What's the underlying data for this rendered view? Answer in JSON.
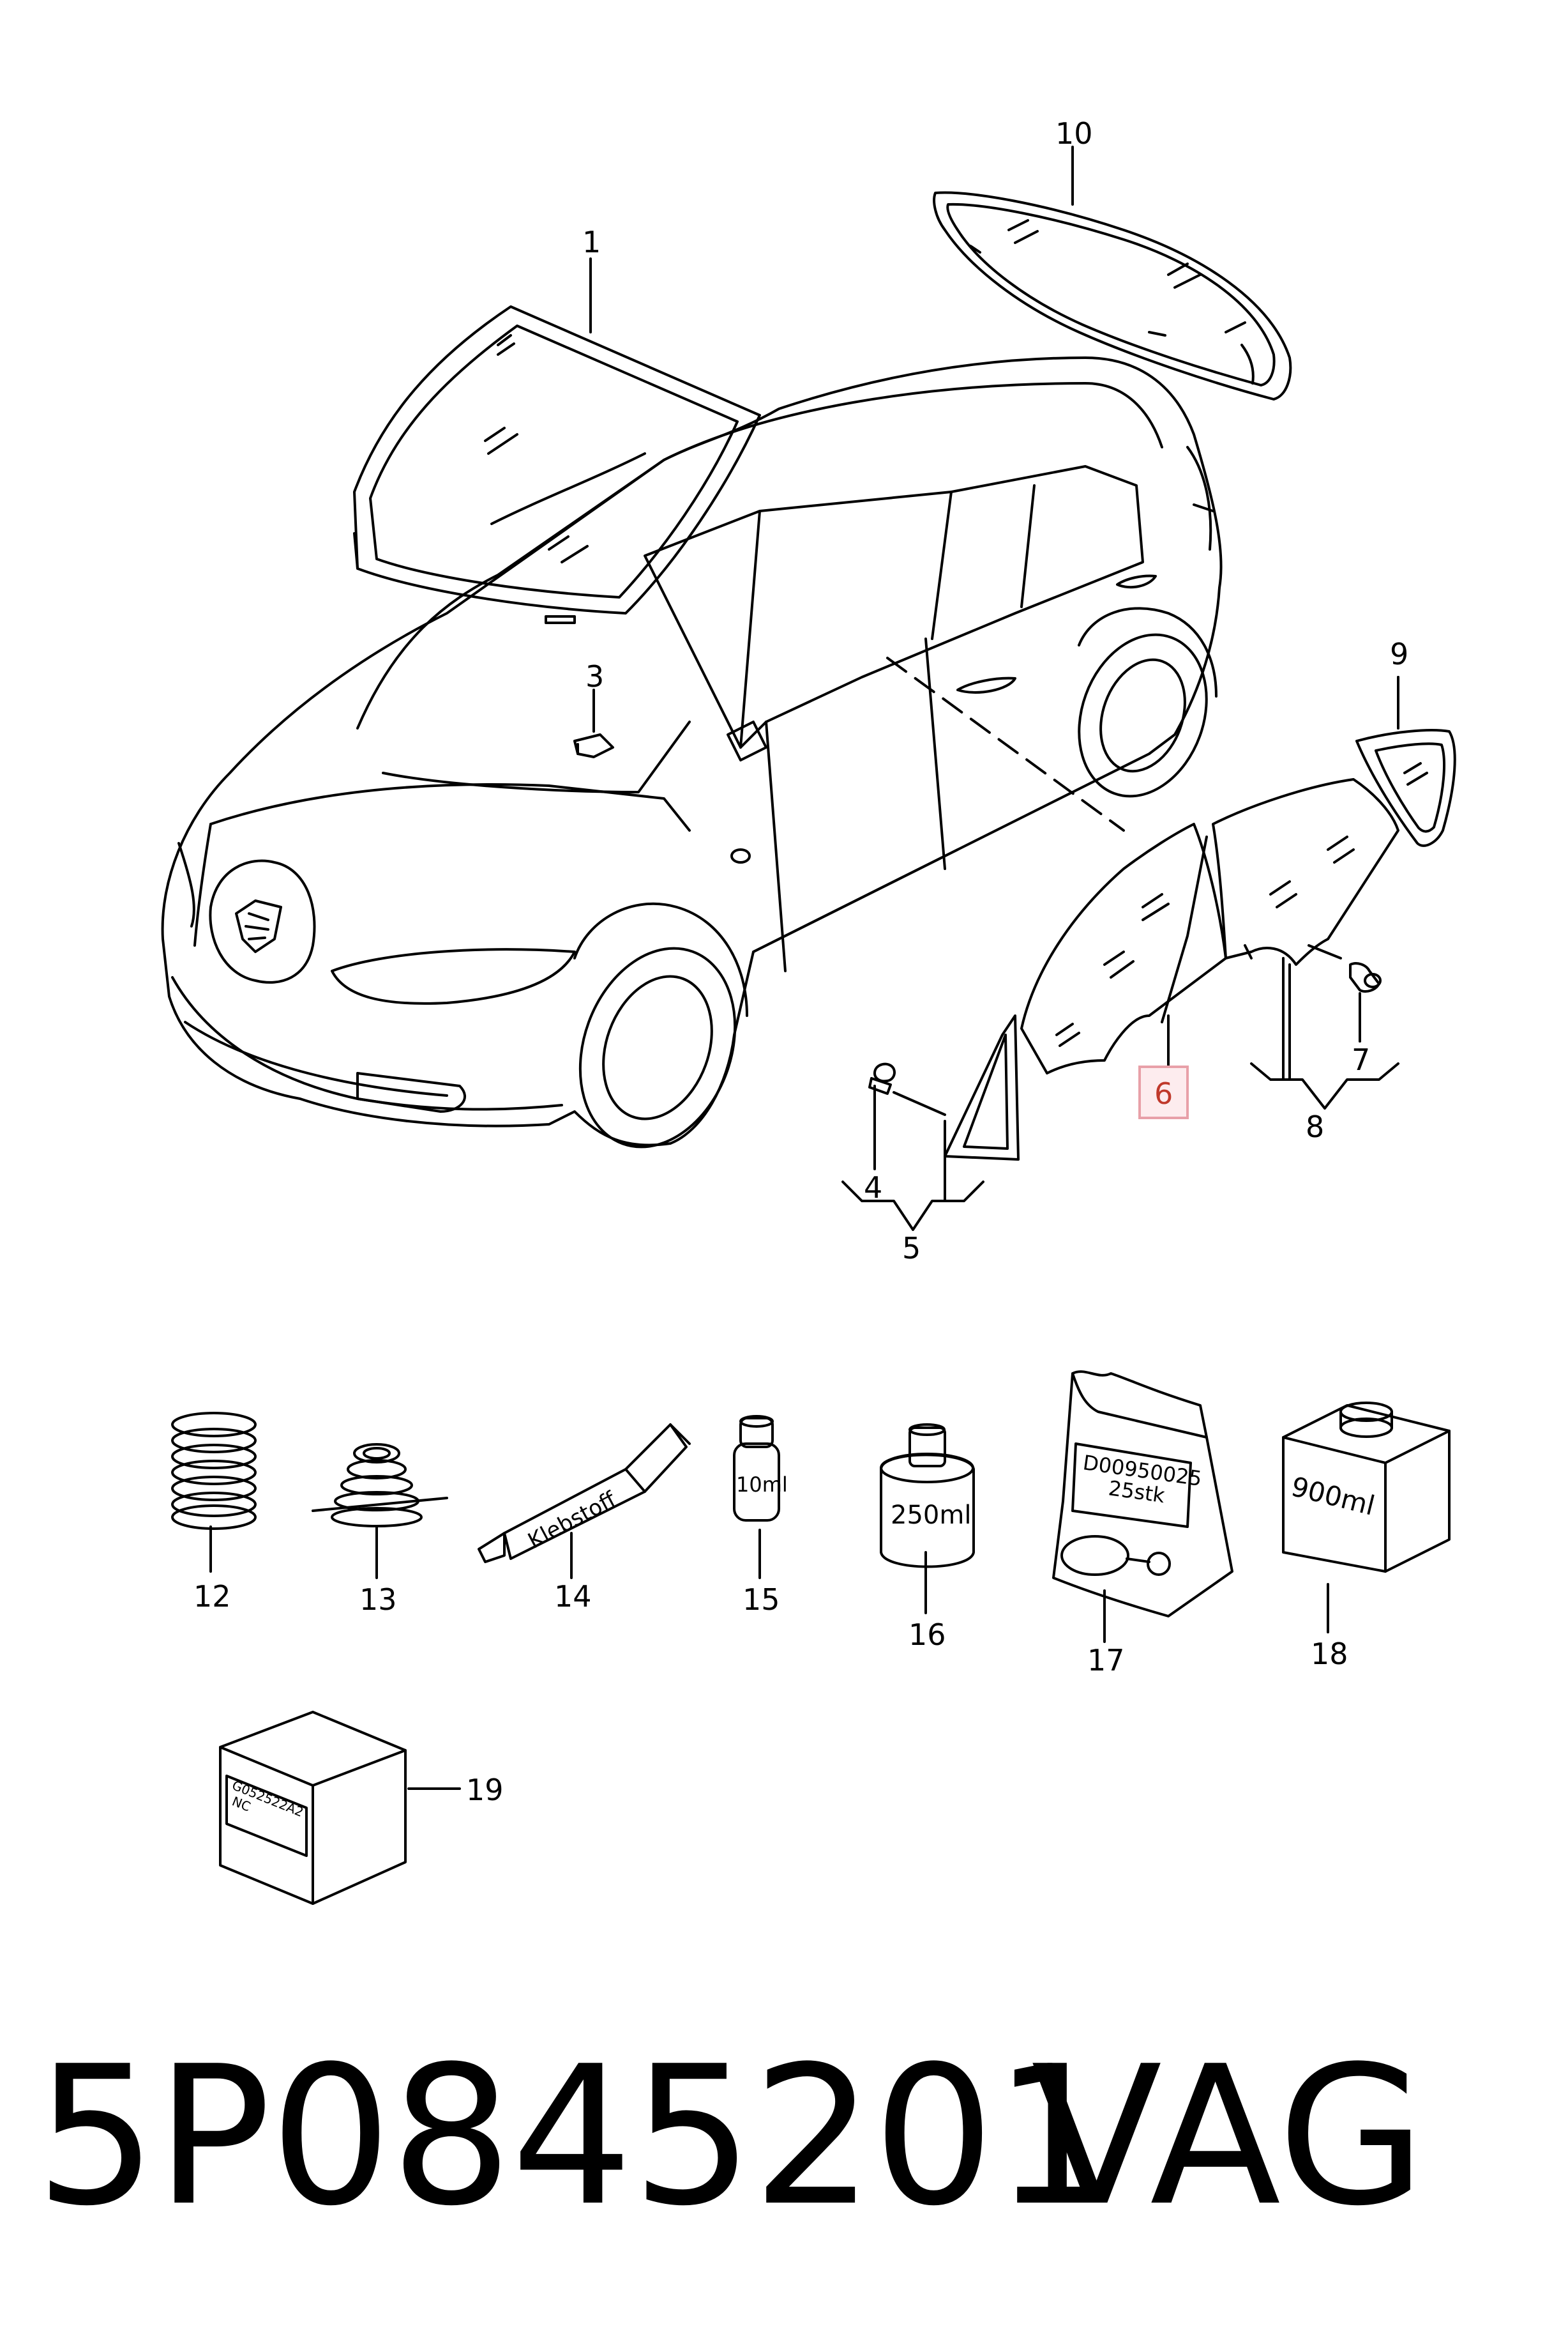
{
  "callouts": {
    "c1": "1",
    "c3": "3",
    "c4": "4",
    "c5": "5",
    "c6": "6",
    "c7": "7",
    "c8": "8",
    "c9": "9",
    "c10": "10",
    "c12": "12",
    "c13": "13",
    "c14": "14",
    "c15": "15",
    "c16": "16",
    "c17": "17",
    "c18": "18",
    "c19": "19"
  },
  "highlighted_callout": "6",
  "highlight_color": "#e8a0a8",
  "product_labels": {
    "tube": "Klebstoff",
    "vial_small": "10ml",
    "bottle": "250ml",
    "bag_line1": "D00950025",
    "bag_line2": "25stk",
    "jug": "900ml",
    "box_line1": "G052522A2",
    "box_line2": "NC"
  },
  "footer": {
    "part_number": "5P0845201",
    "brand": "VAG"
  }
}
